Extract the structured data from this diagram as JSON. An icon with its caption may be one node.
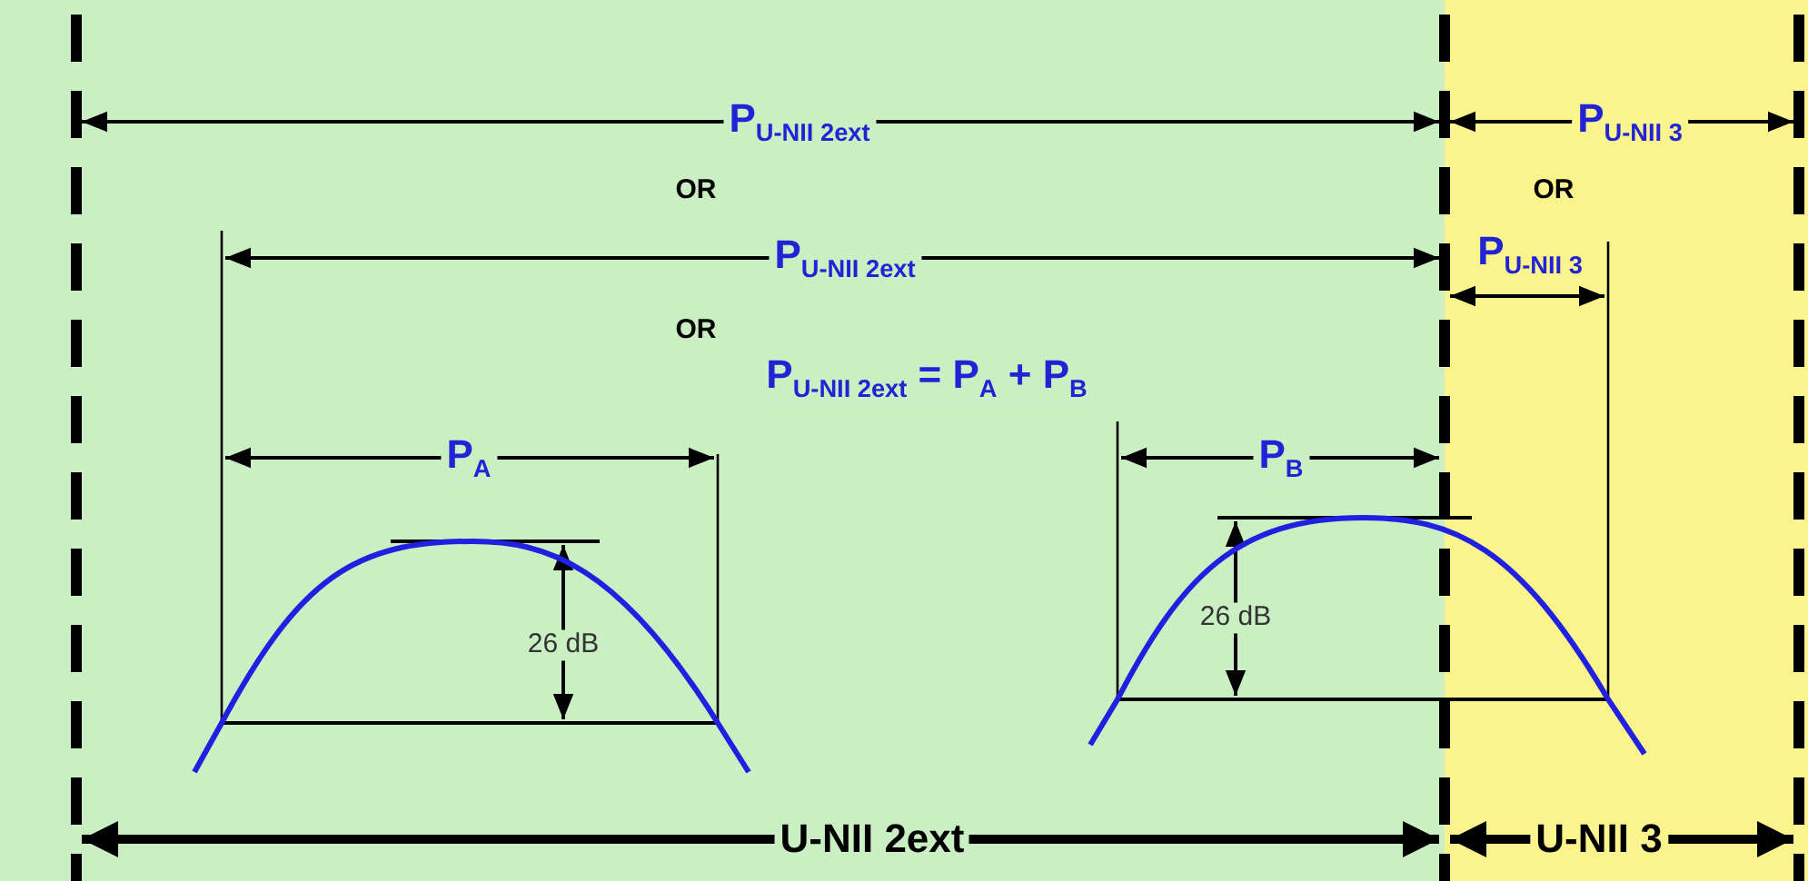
{
  "diagram": {
    "labels": [
      "P$_{U-NII 2ext}$",
      "P$_{U-NII 3}$",
      "OR",
      "OR",
      "P$_{U-NII 2ext}$",
      "P$_{U-NII 3}$",
      "OR",
      "P$_{U-NII 2ext}$ = P$_{A}$ + P$_{B}$",
      "P$_{A}$",
      "P$_{B}$",
      "26 dB",
      "26 dB",
      "U-NII 2ext",
      "U-NII 3"
    ]
  }
}
